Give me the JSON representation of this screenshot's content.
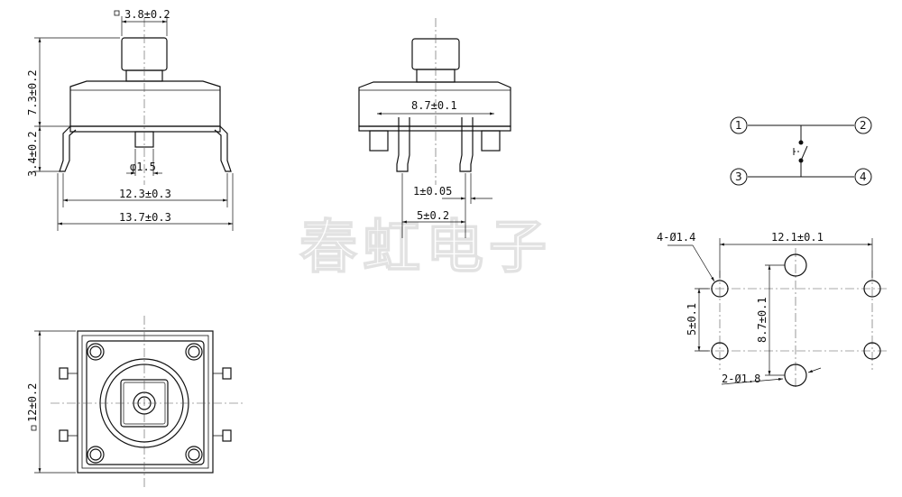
{
  "dimensions": {
    "cap_width": "3.8±0.2",
    "total_height": "7.3±0.2",
    "leg_height": "3.4±0.2",
    "post_diameter": "φ1.5",
    "leg_span_inner": "12.3±0.3",
    "leg_span_outer": "13.7±0.3",
    "side_pin_span": "8.7±0.1",
    "side_pin_width": "1±0.05",
    "side_pin_pitch": "5±0.2",
    "body_size": "12±0.2"
  },
  "footprint": {
    "small_holes": "4-Ø1.4",
    "big_holes": "2-Ø1.8",
    "width": "12.1±0.1",
    "pitch_short": "5±0.1",
    "pitch_long": "8.7±0.1"
  },
  "schematic": {
    "pins": [
      "1",
      "2",
      "3",
      "4"
    ]
  },
  "watermark": "春虹电子",
  "colors": {
    "line": "#111111",
    "centerline": "#555555",
    "watermark_outline": "#e2e2e2"
  }
}
